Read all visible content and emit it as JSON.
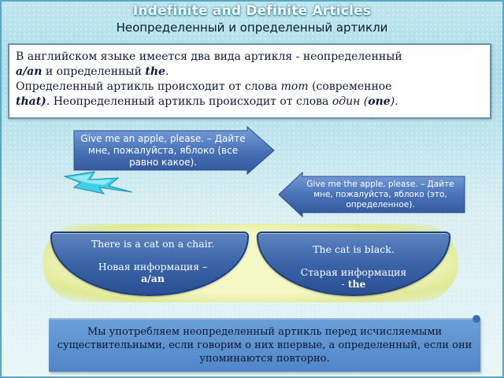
{
  "slide": {
    "title": "Indefinite and Definite Articles",
    "subtitle": "Неопределенный и определенный артикли"
  },
  "info_box": {
    "line1_a": "В  английском языке имеется два вида артикля - неопределенный",
    "line2_term": "a/an",
    "line2_mid": " и определенный ",
    "line2_term2": "the",
    "line2_end": ".",
    "line3_a": "Определенный артикль происходит от слова ",
    "line3_word": "тот",
    "line3_b": " (современное",
    "line4_word": "that)",
    "line4_b": ". Неопределенный артикль происходит от слова  ",
    "line4_word2": "один (",
    "line4_word3": "one",
    "line4_end": ")."
  },
  "arrow_indefinite": {
    "text": "Give me an apple, please. – Дайте мне, пожалуйста, яблоко (все равно какое)."
  },
  "arrow_definite": {
    "text": "Give me the apple, please. – Дайте мне, пожалуйста, яблоко (это, определенное)."
  },
  "oval_left": {
    "line1": "There is a cat on a chair.",
    "line2": "Новая информация –",
    "line3": "a/an"
  },
  "oval_right": {
    "line1": "The cat is black.",
    "line2": "Старая информация",
    "line3_prefix": "- ",
    "line3": "the"
  },
  "bottom_note": {
    "text": "Мы употребляем неопределенный артикль перед исчисляемыми существительными, если говорим о них впервые, а определенный, если они упоминаются повторно."
  },
  "colors": {
    "accent_blue": "#3a64a8",
    "arrow_blue": "#4a74b8",
    "background_teal": "#a9dde8"
  }
}
